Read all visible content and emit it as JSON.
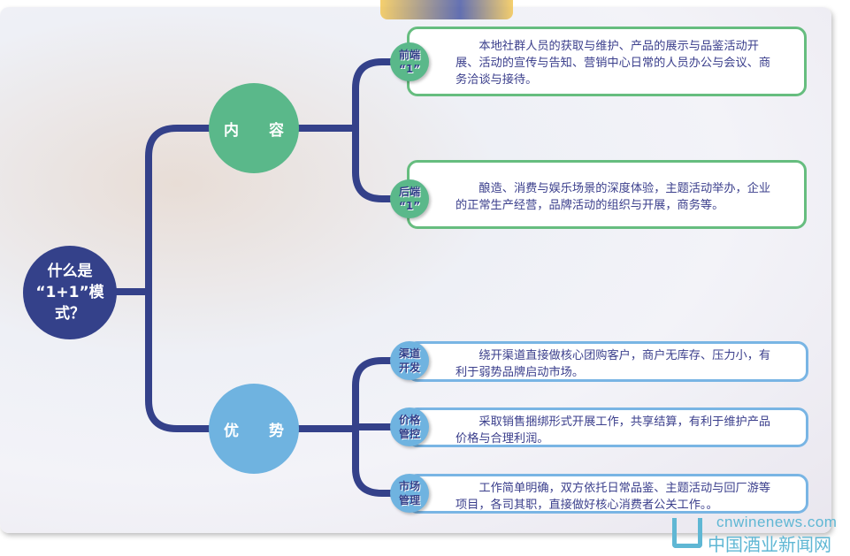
{
  "center": {
    "line1": "什么是",
    "line2": "“1+1”模式？"
  },
  "content": {
    "label": "内 容",
    "items": [
      {
        "badge1": "前端",
        "badge2": "“1”",
        "text": "本地社群人员的获取与维护、产品的展示与品鉴活动开展、活动的宣传与告知、营销中心日常的人员办公与会议、商务洽谈与接待。"
      },
      {
        "badge1": "后端",
        "badge2": "“1”",
        "text": "酿造、消费与娱乐场景的深度体验，主题活动举办，企业的正常生产经营，品牌活动的组织与开展，商务等。"
      }
    ]
  },
  "advantage": {
    "label": "优 势",
    "items": [
      {
        "badge1": "渠道",
        "badge2": "开发",
        "text": "绕开渠道直接做核心团购客户，商户无库存、压力小，有利于弱势品牌启动市场。"
      },
      {
        "badge1": "价格",
        "badge2": "管控",
        "text": "采取销售捆绑形式开展工作，共享结算，有利于维护产品价格与合理利润。"
      },
      {
        "badge1": "市场",
        "badge2": "管理",
        "text": "工作简单明确，双方依托日常品鉴、主题活动与回厂游等项目，各司其职，直接做好核心消费者公关工作。。"
      }
    ]
  },
  "watermark": {
    "en": "cnwinenews.com",
    "cn": "中国酒业新闻网"
  },
  "colors": {
    "navy": "#34418a",
    "green": "#5ab88a",
    "blue": "#6fb3e0"
  }
}
